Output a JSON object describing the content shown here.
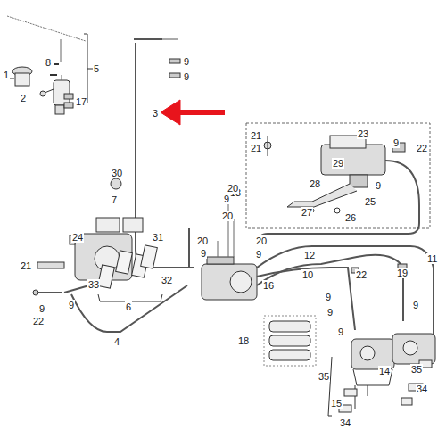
{
  "diagram": {
    "labels": [
      "1",
      "2",
      "8",
      "5",
      "17",
      "9",
      "9",
      "3",
      "21",
      "21",
      "23",
      "29",
      "22",
      "9",
      "13",
      "28",
      "25",
      "27",
      "26",
      "9",
      "30",
      "7",
      "24",
      "31",
      "21",
      "33",
      "32",
      "6",
      "20",
      "9",
      "20",
      "20",
      "20",
      "9",
      "9",
      "16",
      "9",
      "22",
      "9",
      "4",
      "12",
      "11",
      "10",
      "22",
      "19",
      "9",
      "9",
      "9",
      "9",
      "18",
      "14",
      "35",
      "15",
      "35",
      "34",
      "34"
    ]
  }
}
